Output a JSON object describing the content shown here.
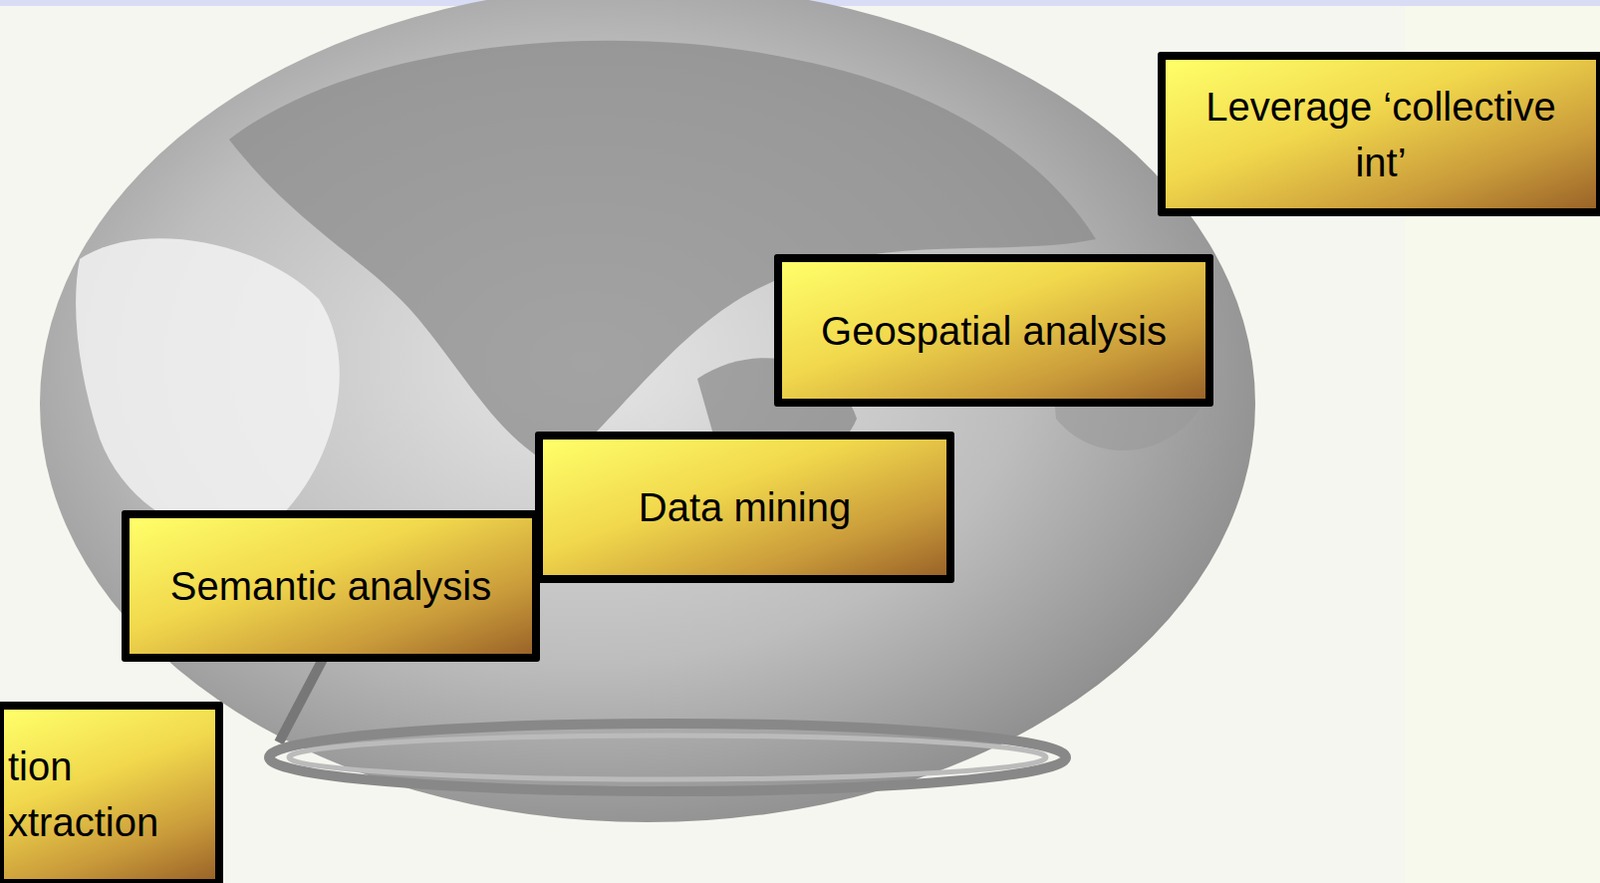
{
  "diagram": {
    "nodes": [
      {
        "text": [
          "tion xtraction"
        ]
      },
      {
        "text": [
          "Semantic analysis"
        ]
      },
      {
        "text": [
          "Data mining"
        ]
      },
      {
        "text": [
          "Geospatial analysis"
        ]
      },
      {
        "text": [
          "Leverage ‘collective int’"
        ]
      }
    ]
  }
}
